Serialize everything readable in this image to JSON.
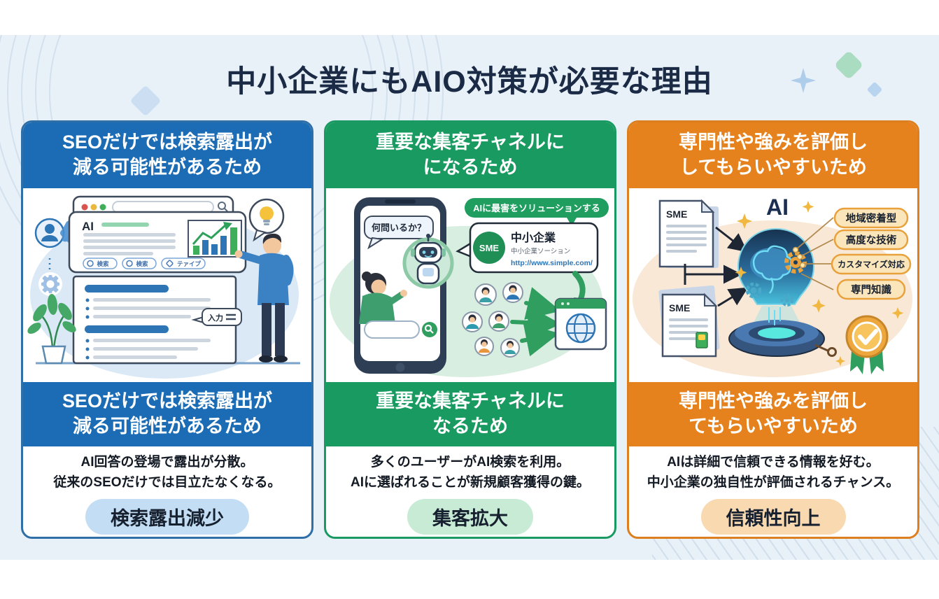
{
  "page": {
    "title": "中小企業にもAIO対策が必要な理由",
    "background_color": "#e9f1f8",
    "title_color": "#1b2a45"
  },
  "columns": [
    {
      "name": "seo-risk",
      "accent_color": "#1b6cb5",
      "header": {
        "line1": "SEOだけでは検索露出が",
        "line2": "減る可能性があるため"
      },
      "band": {
        "line1": "SEOだけでは検索露出が",
        "line2": "減る可能性があるため"
      },
      "description": {
        "line1": "AI回答の登場で露出が分散。",
        "line2": "従来のSEOだけでは目立たなくなる。"
      },
      "badge": "検索露出減少",
      "badge_color": "#c3def4",
      "illustration": {
        "ai_label": "AI",
        "search_pill_1": "検索",
        "search_pill_2": "検索",
        "search_pill_3": "テァイプ",
        "input_label": "入力"
      }
    },
    {
      "name": "customer-channel",
      "accent_color": "#189a60",
      "header": {
        "line1": "重要な集客チャネルに",
        "line2": "になるため"
      },
      "band": {
        "line1": "重要な集客チャネルに",
        "line2": "なるため"
      },
      "description": {
        "line1": "多くのユーザーがAI検索を利用。",
        "line2": "AIに選ばれることが新規顧客獲得の鍵。"
      },
      "badge": "集客拡大",
      "badge_color": "#c8ebd6",
      "illustration": {
        "chat_question": "何問いるか？",
        "banner": "AIに最害をソリューションする",
        "sme_badge": "SME",
        "company_name": "中小企業",
        "company_sub": "中小企業ソーション",
        "company_url": "http://www.simple.com/"
      }
    },
    {
      "name": "trust-evaluation",
      "accent_color": "#e5821e",
      "header": {
        "line1": "専門性や強みを評価し",
        "line2": "してもらいやすいため"
      },
      "band": {
        "line1": "専門性や強みを評価し",
        "line2": "てもらいやすいため"
      },
      "description": {
        "line1": "AIは詳細で信頼できる情報を好む。",
        "line2": "中小企業の独自性が評価されるチャンス。"
      },
      "badge": "信頼性向上",
      "badge_color": "#f8d9b0",
      "illustration": {
        "doc1_label": "SME",
        "doc2_label": "SME",
        "ai_label": "AI",
        "tags": [
          "地域密着型",
          "高度な技術",
          "カスタマイズ対応",
          "専門知識"
        ]
      }
    }
  ]
}
